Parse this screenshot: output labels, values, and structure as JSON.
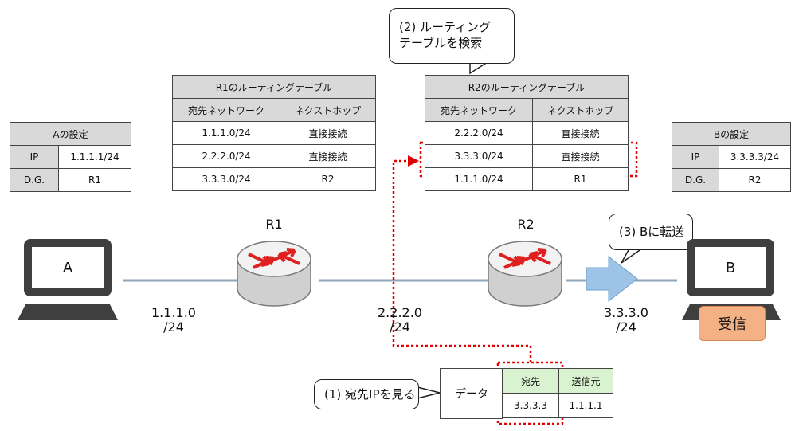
{
  "A_settings": {
    "title": "Aの設定",
    "rows": [
      {
        "key": "IP",
        "value": "1.1.1.1/24"
      },
      {
        "key": "D.G.",
        "value": "R1"
      }
    ]
  },
  "B_settings": {
    "title": "Bの設定",
    "rows": [
      {
        "key": "IP",
        "value": "3.3.3.3/24"
      },
      {
        "key": "D.G.",
        "value": "R2"
      }
    ]
  },
  "r1_table": {
    "title": "R1のルーティングテーブル",
    "col_network": "宛先ネットワーク",
    "col_nexthop": "ネクストホップ",
    "rows": [
      {
        "network": "1.1.1.0/24",
        "nexthop": "直接接続"
      },
      {
        "network": "2.2.2.0/24",
        "nexthop": "直接接続"
      },
      {
        "network": "3.3.3.0/24",
        "nexthop": "R2"
      }
    ]
  },
  "r2_table": {
    "title": "R2のルーティングテーブル",
    "col_network": "宛先ネットワーク",
    "col_nexthop": "ネクストホップ",
    "rows": [
      {
        "network": "2.2.2.0/24",
        "nexthop": "直接接続"
      },
      {
        "network": "3.3.3.0/24",
        "nexthop": "直接接続"
      },
      {
        "network": "1.1.1.0/24",
        "nexthop": "R1"
      }
    ]
  },
  "nodes": {
    "pc_a": "A",
    "pc_b": "B",
    "router1": "R1",
    "router2": "R2",
    "receive": "受信"
  },
  "networks": {
    "net1_line1": "1.1.1.0",
    "net1_line2": "/24",
    "net2_line1": "2.2.2.0",
    "net2_line2": "/24",
    "net3_line1": "3.3.3.0",
    "net3_line2": "/24"
  },
  "callouts": {
    "step1": "(1) 宛先IPを見る",
    "step2_line1": "(2) ルーティング",
    "step2_line2": "テーブルを検索",
    "step3": "(3) Bに転送"
  },
  "packet": {
    "data": "データ",
    "dest_header": "宛先",
    "src_header": "送信元",
    "dest_value": "3.3.3.3",
    "src_value": "1.1.1.1"
  },
  "colors": {
    "highlight_dotted": "#e00000",
    "link_line": "#8fa6b8",
    "packet_header_green": "#d9f2d0",
    "receive_badge": "#f4b183",
    "forward_arrow": "#9dc3e6"
  }
}
